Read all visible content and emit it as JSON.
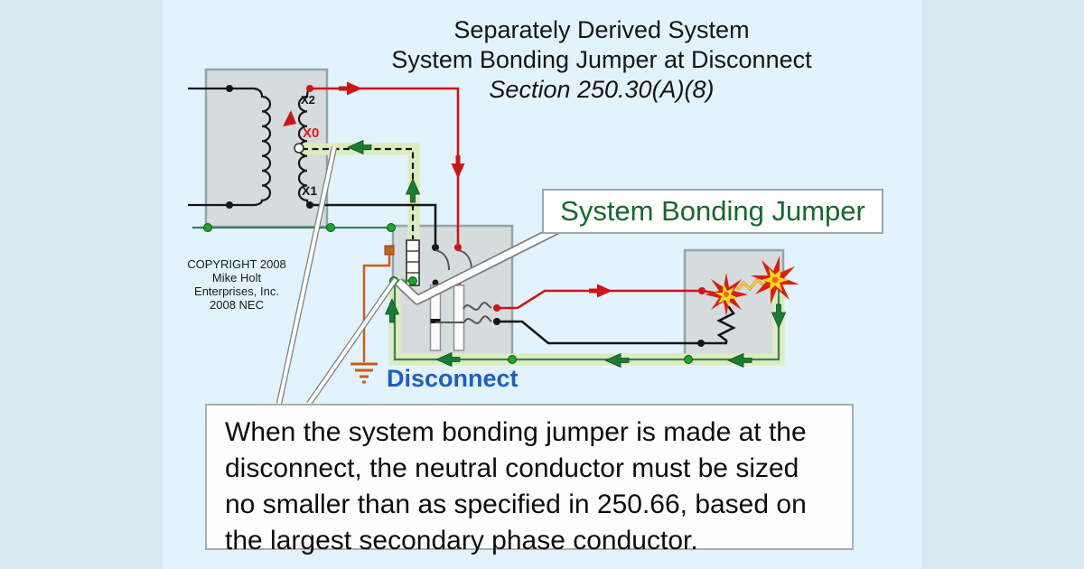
{
  "title": {
    "lines": [
      "Separately Derived System",
      "System Bonding Jumper at Disconnect",
      "Section 250.30(A)(8)"
    ]
  },
  "transformer": {
    "terminal_x2": "X2",
    "terminal_x0": "X0",
    "terminal_x1": "X1"
  },
  "copyright": {
    "lines": [
      "COPYRIGHT 2008",
      "Mike Holt",
      "Enterprises, Inc.",
      "2008 NEC"
    ]
  },
  "labels": {
    "system_bonding_jumper": "System Bonding Jumper",
    "disconnect": "Disconnect"
  },
  "note": {
    "lines": [
      "When the system bonding jumper is made at the",
      "disconnect, the neutral conductor must be sized",
      "no smaller than as specified in 250.66, based on",
      "the largest secondary phase conductor."
    ]
  },
  "colors": {
    "background_outer": "#d9e7f0",
    "background_panel": "#e2f3fe",
    "enclosure_gray": "#d6dbde",
    "enclosure_border": "#92a5a9",
    "phase_red": "#ce1417",
    "phase_black": "#161616",
    "fault_path_highlight": "#dcedbd",
    "current_arrow_green": "#1b7c35",
    "bonding_dot_green": "#1da52b",
    "bonding_wire_teal": "#3e7d5f",
    "grounding_conductor_orange": "#c65f17",
    "disconnect_label_blue": "#1f5ec0",
    "bonding_jumper_label_green": "#16682b",
    "spark_yellow": "#ffd720",
    "spark_red": "#d91f10"
  }
}
